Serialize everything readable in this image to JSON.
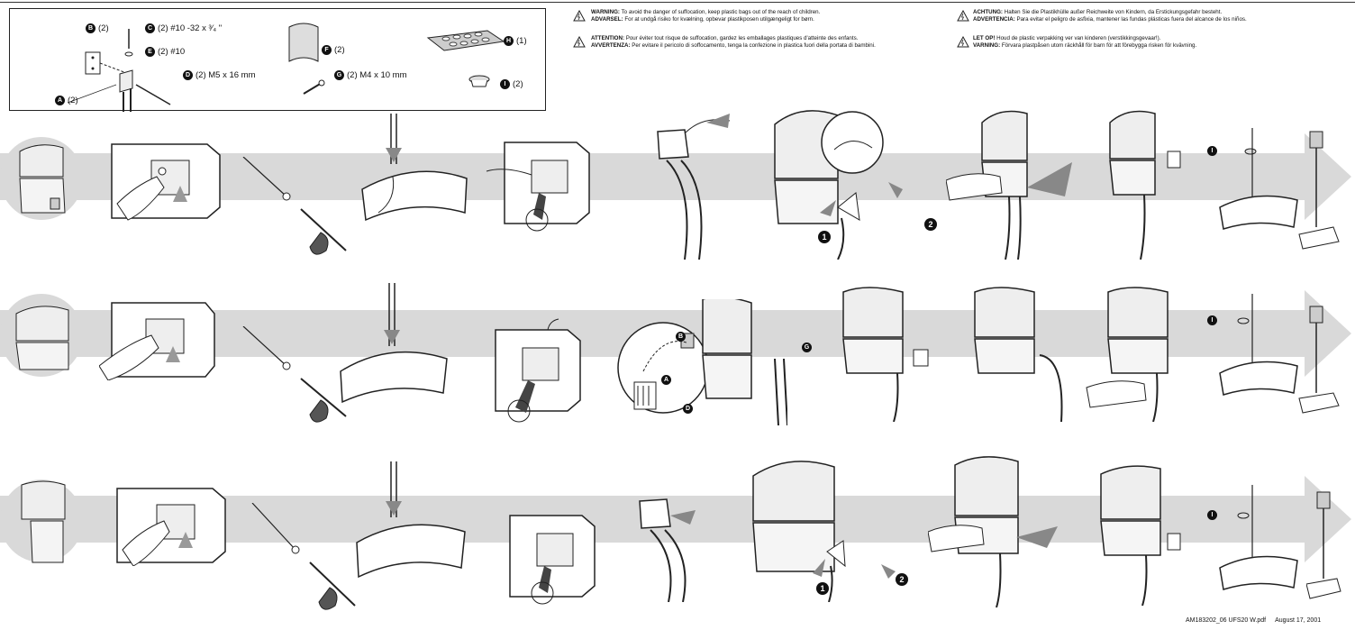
{
  "parts": {
    "a": {
      "letter": "A",
      "qty": "(2)"
    },
    "b": {
      "letter": "B",
      "qty": "(2)"
    },
    "c": {
      "letter": "C",
      "qty": "(2) #10 -32 x ³⁄₄ \""
    },
    "e": {
      "letter": "E",
      "qty": "(2) #10"
    },
    "d": {
      "letter": "D",
      "qty": "(2)   M5 x 16 mm"
    },
    "f": {
      "letter": "F",
      "qty": "(2)"
    },
    "g": {
      "letter": "G",
      "qty": "(2)   M4 x 10 mm"
    },
    "h": {
      "letter": "H",
      "qty": "(1)"
    },
    "i": {
      "letter": "I",
      "qty": "(2)"
    }
  },
  "warnings": [
    {
      "head": "WARNING:",
      "text": " To avoid the danger of suffocation, keep plastic bags out of the reach of children."
    },
    {
      "head": "ADVARSEL:",
      "text": " For at undgå risiko for kvælning, opbevar plastikposen utilgængeligt for børn."
    },
    {
      "head": "ATTENTION:",
      "text": " Pour éviter tout risque de suffocation, gardez les emballages plastiques d'atteinte des enfants."
    },
    {
      "head": "AVVERTENZA:",
      "text": " Per evitare il pericolo di soffocamento, tenga la confezione in plastica fuori della portata di bambini."
    },
    {
      "head": "ACHTUNG:",
      "text": " Halten Sie die Plastikhülle außer Reichweite von Kindern, da Erstickungsgefahr besteht."
    },
    {
      "head": "ADVERTENCIA:",
      "text": " Para evitar el peligro de asfixia, mantener las fundas plásticas fuera del alcance de los niños."
    },
    {
      "head": "LET OP!",
      "text": " Houd de plastic verpakking ver van kinderen (verstikkingsgevaar!)."
    },
    {
      "head": "VARNING:",
      "text": " Förvara plastpåsen utom räckhåll för barn för att förebygga risken för kvävning."
    }
  ],
  "callouts": {
    "one": "1",
    "two": "2",
    "i": "I",
    "a": "A",
    "b": "B",
    "d": "D",
    "g": "G"
  },
  "footer": {
    "file": "AM183202_06 UFS20 W.pdf",
    "date": "August 17, 2001"
  }
}
